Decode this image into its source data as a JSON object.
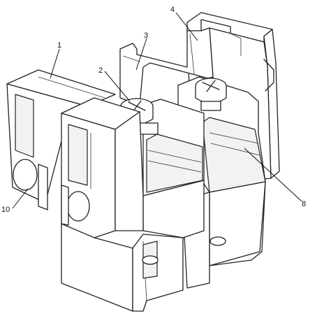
{
  "callouts": [
    {
      "id": "1",
      "text": "1"
    },
    {
      "id": "2",
      "text": "2"
    },
    {
      "id": "3",
      "text": "3"
    },
    {
      "id": "4",
      "text": "4"
    },
    {
      "id": "8",
      "text": "8"
    },
    {
      "id": "10",
      "text": "10"
    }
  ]
}
